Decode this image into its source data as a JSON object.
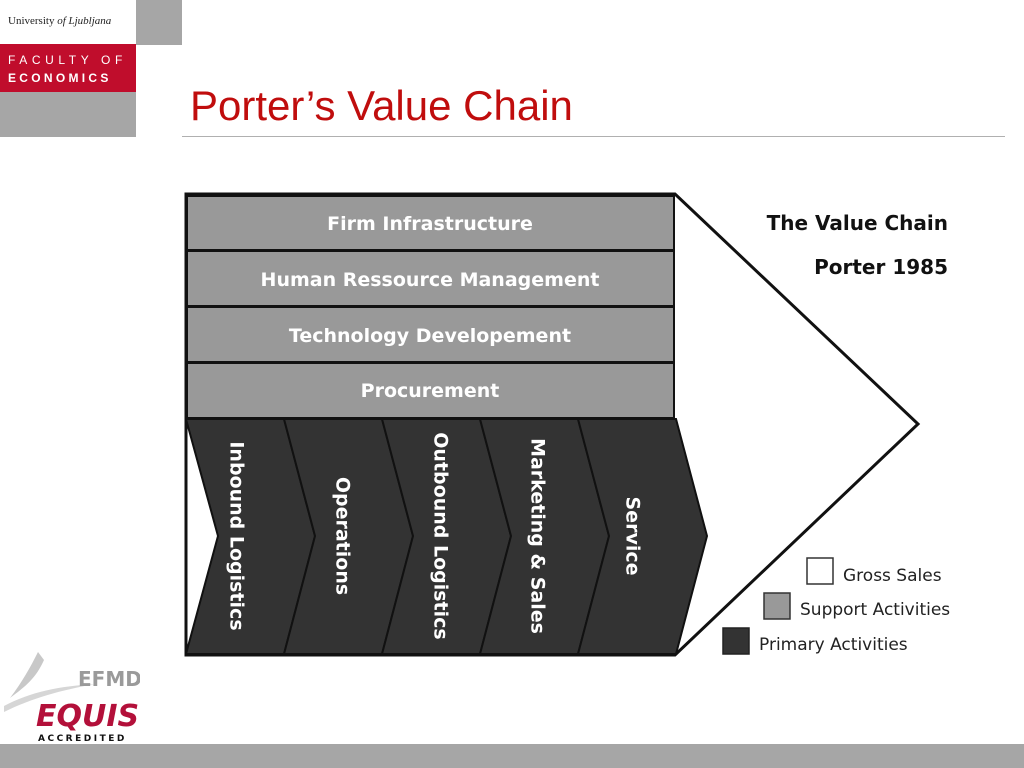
{
  "header": {
    "university_name": "University",
    "university_city": "of Ljubljana",
    "faculty_line1": "FACULTY OF",
    "faculty_line2": "ECONOMICS"
  },
  "slide": {
    "title": "Porter’s Value Chain"
  },
  "diagram": {
    "support_activities": [
      "Firm Infrastructure",
      "Human Ressource Management",
      "Technology Developement",
      "Procurement"
    ],
    "primary_activities": [
      "Inbound Logistics",
      "Operations",
      "Outbound Logistics",
      "Marketing & Sales",
      "Service"
    ],
    "caption_title": "The Value Chain",
    "caption_author": "Porter 1985",
    "colors": {
      "gross_sales": "#ffffff",
      "support": "#999999",
      "primary": "#333333",
      "title_red": "#c00d0d",
      "faculty_red": "#c00d2c"
    }
  },
  "legend": [
    {
      "label": "Gross Sales",
      "color": "#ffffff"
    },
    {
      "label": "Support Activities",
      "color": "#999999"
    },
    {
      "label": "Primary Activities",
      "color": "#333333"
    }
  ],
  "footer_logo": {
    "org": "EFMD",
    "brand": "EQUIS",
    "status": "ACCREDITED"
  }
}
